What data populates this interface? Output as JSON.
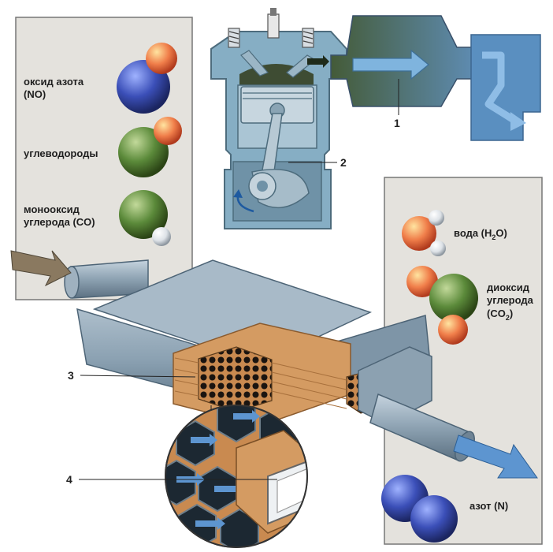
{
  "left_panel": {
    "no_label_1": "оксид азота",
    "no_label_2": "(NO)",
    "hc_label": "углеводороды",
    "co_label_1": "монооксид",
    "co_label_2": "углерода (CO)"
  },
  "right_panel": {
    "water_label_a": "вода (H",
    "water_sub": "2",
    "water_label_b": "O)",
    "co2_label_1": "диоксид",
    "co2_label_2": "углерода",
    "co2_label_3a": "(CO",
    "co2_sub": "2",
    "co2_label_3b": ")",
    "n_label": "азот (N)"
  },
  "callouts": {
    "c1": "1",
    "c2": "2",
    "c3": "3",
    "c4": "4"
  },
  "colors": {
    "panel_bg": "#e4e2dd",
    "panel_border": "#777777",
    "engine_blue": "#86aec4",
    "engine_dark": "#4d6c7d",
    "converter_body": "#8aa0b0",
    "honeycomb_orange": "#d39a62",
    "blue_molecule": "#3b4fb8",
    "green_molecule": "#5b8a3a",
    "orange_molecule": "#f07e4a",
    "white_molecule": "#e9ecef",
    "arrow_blue": "#5d95d0"
  }
}
